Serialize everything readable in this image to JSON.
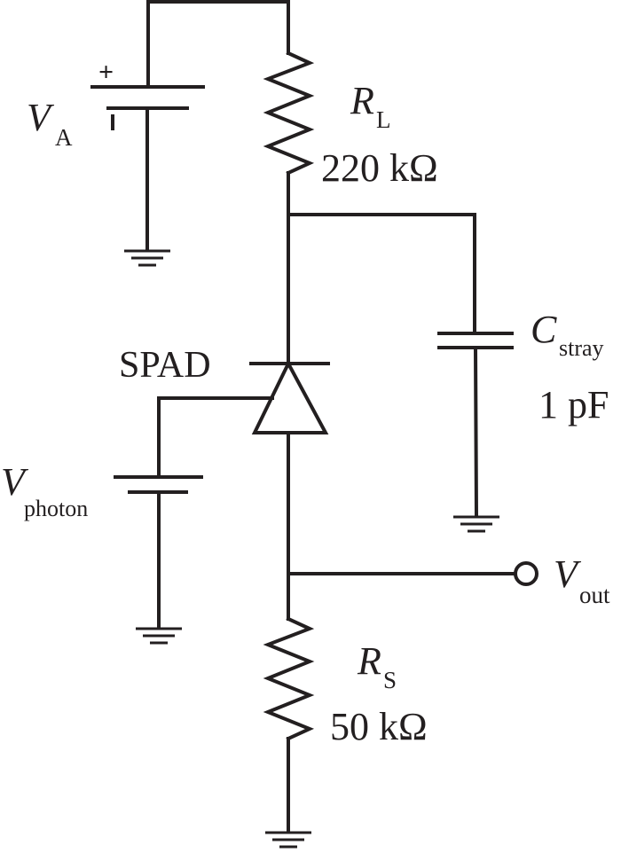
{
  "components": {
    "source_va": {
      "symbol": "V",
      "subscript": "A",
      "plus": "+"
    },
    "load_resistor": {
      "symbol": "R",
      "subscript": "L",
      "value": "220 kΩ"
    },
    "stray_capacitor": {
      "symbol": "C",
      "subscript": "stray",
      "value": "1 pF"
    },
    "spad": {
      "label": "SPAD"
    },
    "photon_source": {
      "symbol": "V",
      "subscript": "photon"
    },
    "output_node": {
      "symbol": "V",
      "subscript": "out"
    },
    "sense_resistor": {
      "symbol": "R",
      "subscript": "S",
      "value": "50 kΩ"
    }
  },
  "colors": {
    "ink": "#231f20",
    "background": "#ffffff"
  }
}
